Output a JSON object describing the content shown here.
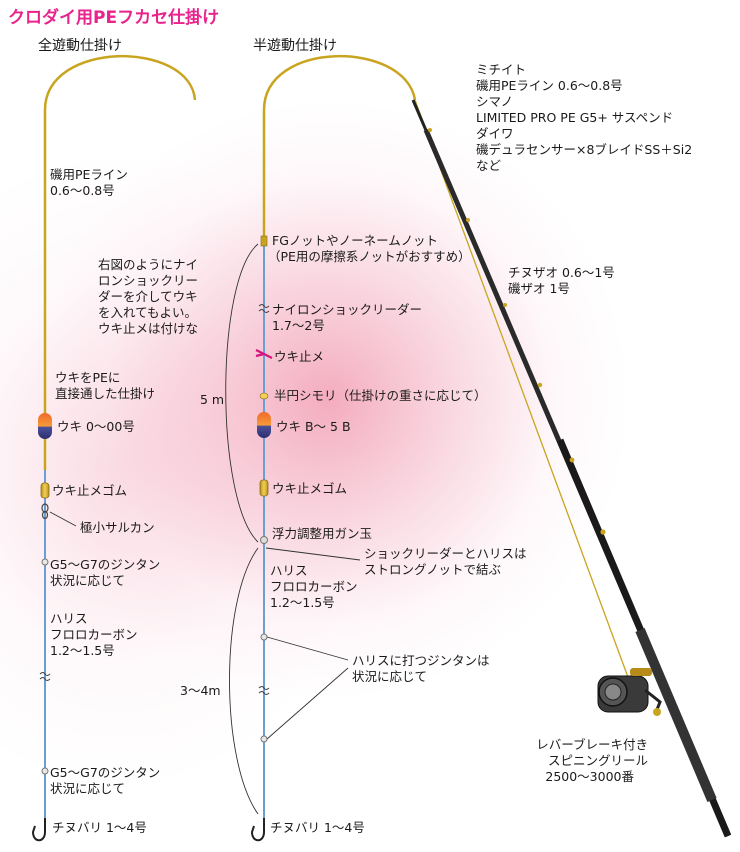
{
  "title": "クロダイ用PEフカセ仕掛け",
  "left": {
    "heading": "全遊動仕掛け",
    "line1": "磯用PEライン",
    "line2": "0.6〜0.8号",
    "note": [
      "右図のようにナイ",
      "ロンショックリー",
      "ダーを介してウキ",
      "を入れてもよい。",
      "ウキ止メは付けな"
    ],
    "direct": [
      "ウキをPEに",
      "直接通した仕掛け"
    ],
    "float": "ウキ 0〜00号",
    "stopper": "ウキ止メゴム",
    "swivel": "極小サルカン",
    "sinker1": [
      "G5〜G7のジンタン",
      "状況に応じて"
    ],
    "harris": [
      "ハリス",
      "フロロカーボン",
      "1.2〜1.5号"
    ],
    "sinker2": [
      "G5〜G7のジンタン",
      "状況に応じて"
    ],
    "hook": "チヌバリ 1〜4号"
  },
  "right": {
    "heading": "半遊動仕掛け",
    "knot": [
      "FGノットやノーネームノット",
      "（PE用の摩擦系ノットがおすすめ）"
    ],
    "leader": [
      "ナイロンショックリーダー",
      "1.7〜2号"
    ],
    "stop": "ウキ止メ",
    "shimori": "半円シモリ（仕掛けの重さに応じて）",
    "length1": "5 m",
    "float": "ウキ B〜 5 B",
    "stopper": "ウキ止メゴム",
    "shot": "浮力調整用ガン玉",
    "strong": [
      "ショックリーダーとハリスは",
      "ストロングノットで結ぶ"
    ],
    "harris": [
      "ハリス",
      "フロロカーボン",
      "1.2〜1.5号"
    ],
    "length2": "3〜4m",
    "jintan": [
      "ハリスに打つジンタンは",
      "状況に応じて"
    ],
    "hook": "チヌバリ 1〜4号"
  },
  "tackle": {
    "line": [
      "ミチイト",
      "磯用PEライン 0.6〜0.8号",
      "シマノ",
      "LIMITED PRO PE G5+ サスペンド",
      "ダイワ",
      "磯デュラセンサー×8ブレイドSS＋Si2",
      "など"
    ],
    "rod": [
      "チヌザオ 0.6〜1号",
      "磯ザオ 1号"
    ],
    "reel": [
      "レバーブレーキ付き",
      "スピニングリール",
      "2500〜3000番"
    ]
  },
  "colors": {
    "title": "#e8238c",
    "pe_line": "#c9a420",
    "leader": "#6a9fd6",
    "stopper_mark": "#d4147f",
    "float_top": "#e8612a",
    "float_bottom": "#3b3f8f"
  }
}
